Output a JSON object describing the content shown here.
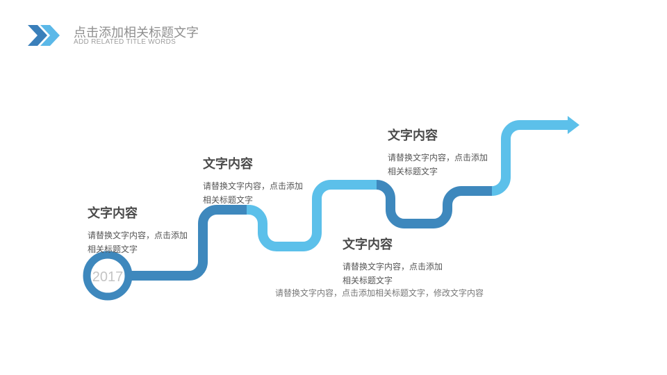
{
  "header": {
    "title": "点击添加相关标题文字",
    "subtitle": "ADD RELATED TITLE WORDS"
  },
  "timeline": {
    "year": "2017",
    "milestones": [
      {
        "title": "文字内容",
        "desc": "请替换文字内容，点击添加相关标题文字"
      },
      {
        "title": "文字内容",
        "desc": "请替换文字内容，点击添加相关标题文字"
      },
      {
        "title": "文字内容",
        "desc": "请替换文字内容，点击添加相关标题文字"
      },
      {
        "title": "文字内容",
        "desc": "请替换文字内容，点击添加相关标题文字"
      }
    ],
    "caption": "请替换文字内容，点击添加相关标题文字，修改文字内容"
  },
  "colors": {
    "dark_blue": "#3e88bd",
    "light_blue": "#5cc0ea",
    "logo_dark": "#3a7fba",
    "logo_light": "#5bb8e8"
  }
}
